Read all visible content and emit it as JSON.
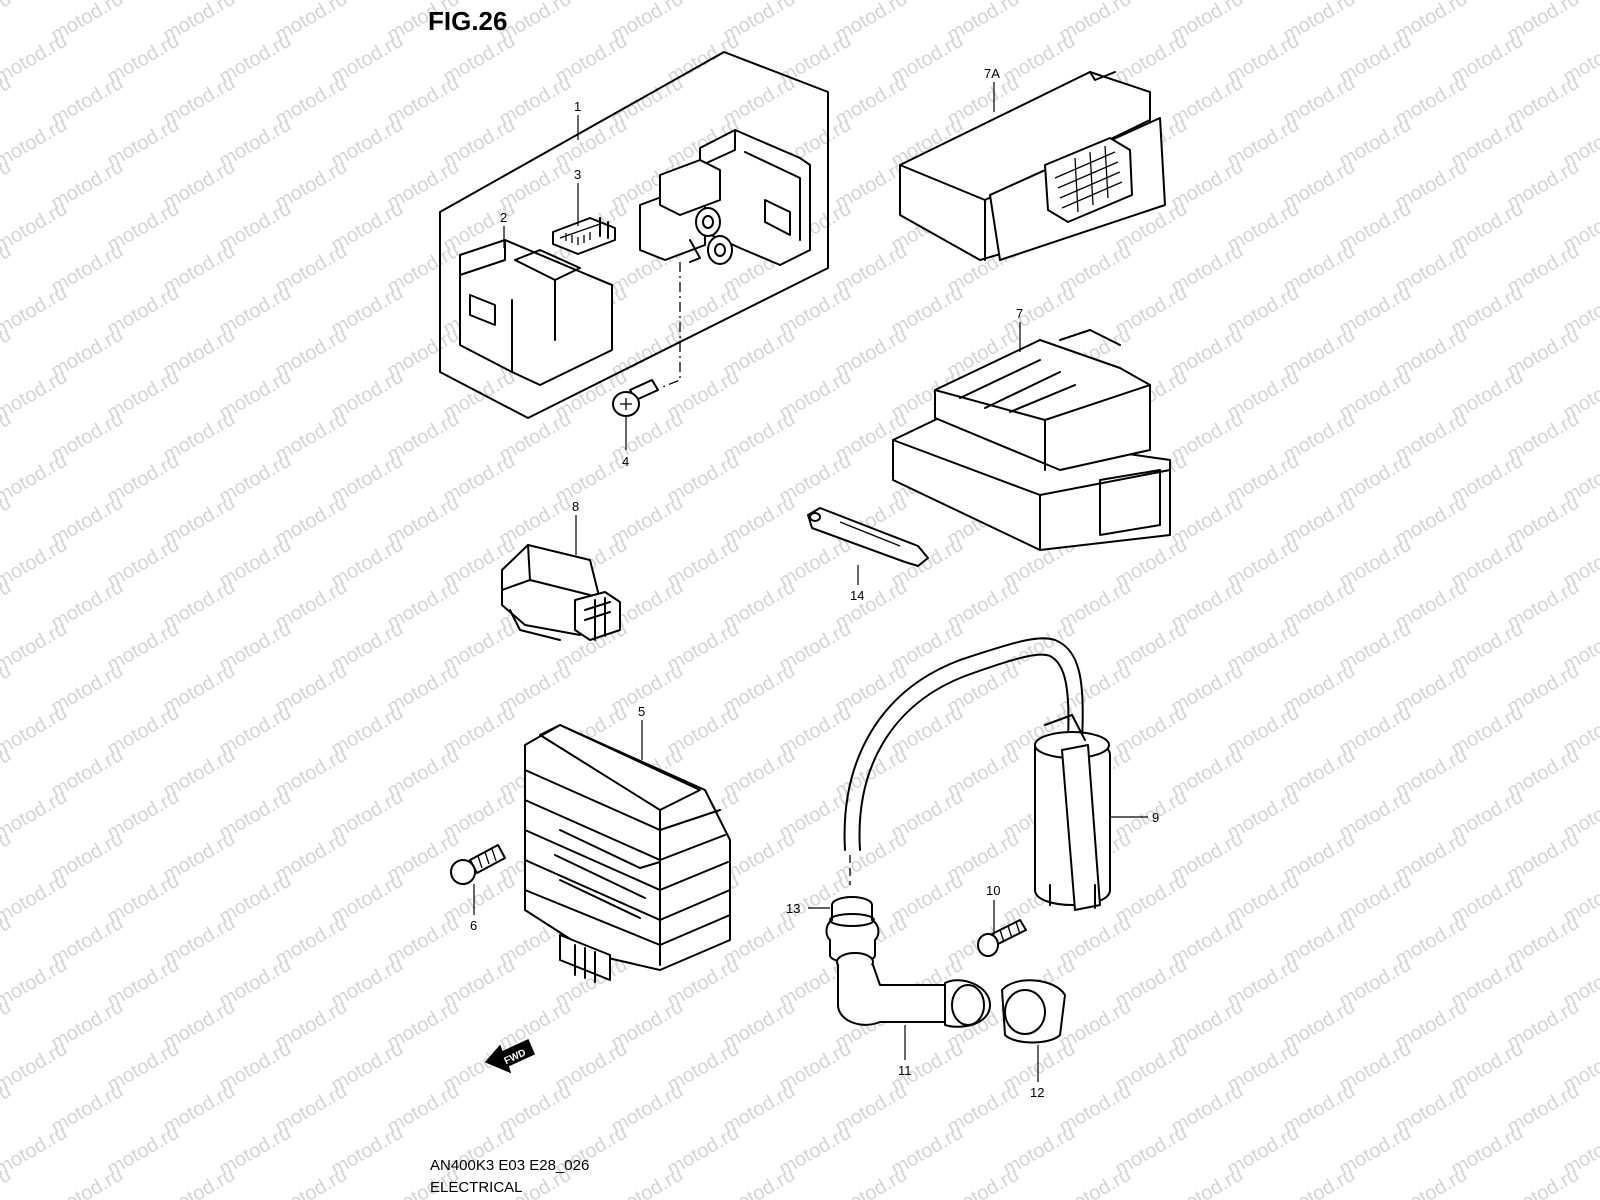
{
  "figure_title": "FIG.26",
  "footer": {
    "code": "AN400K3 E03 E28_026",
    "section": "ELECTRICAL"
  },
  "watermark": "motod.ru",
  "fwd_label": "FWD",
  "parts": [
    {
      "id": "1",
      "label": "1"
    },
    {
      "id": "2",
      "label": "2"
    },
    {
      "id": "3",
      "label": "3"
    },
    {
      "id": "4",
      "label": "4"
    },
    {
      "id": "5",
      "label": "5"
    },
    {
      "id": "6",
      "label": "6"
    },
    {
      "id": "7",
      "label": "7"
    },
    {
      "id": "7A",
      "label": "7A"
    },
    {
      "id": "8",
      "label": "8"
    },
    {
      "id": "9",
      "label": "9"
    },
    {
      "id": "10",
      "label": "10"
    },
    {
      "id": "11",
      "label": "11"
    },
    {
      "id": "12",
      "label": "12"
    },
    {
      "id": "13",
      "label": "13"
    },
    {
      "id": "14",
      "label": "14"
    }
  ]
}
